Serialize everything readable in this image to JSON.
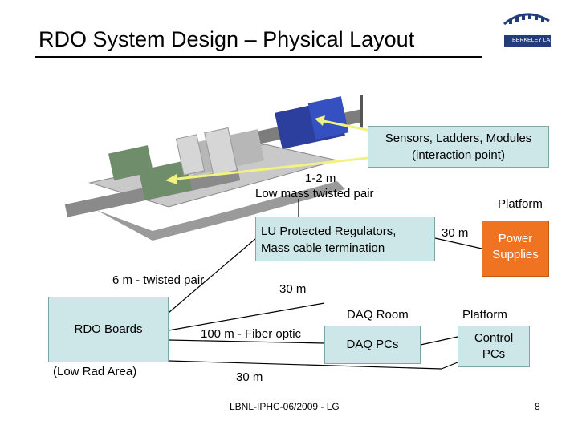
{
  "slide": {
    "title": "RDO System Design – Physical Layout",
    "logo_text": "BERKELEY LAB",
    "callout_sensors": {
      "line1": "Sensors, Ladders, Modules",
      "line2": "(interaction point)"
    },
    "label_1_2m": "1-2 m",
    "label_low_mass": "Low mass twisted pair",
    "label_platform_top": "Platform",
    "regulators": {
      "line1": "LU Protected Regulators,",
      "line2": "Mass cable termination"
    },
    "label_30m_right": "30 m",
    "power": {
      "line1": "Power",
      "line2": "Supplies"
    },
    "label_6m": "6 m - twisted pair",
    "label_30m_mid": "30 m",
    "label_daq_room": "DAQ Room",
    "label_platform_bottom": "Platform",
    "rdo_boards": "RDO Boards",
    "low_rad": "(Low Rad Area)",
    "label_fiber": "100 m - Fiber optic",
    "daq_pcs": "DAQ PCs",
    "control": {
      "line1": "Control",
      "line2": "PCs"
    },
    "label_30m_bottom": "30 m",
    "footer": "LBNL-IPHC-06/2009 - LG",
    "page_number": "8"
  },
  "colors": {
    "box_fill": "#cde6e8",
    "power_fill": "#f07322",
    "arrow": "#f2f280",
    "logo_blue": "#233c7a"
  }
}
